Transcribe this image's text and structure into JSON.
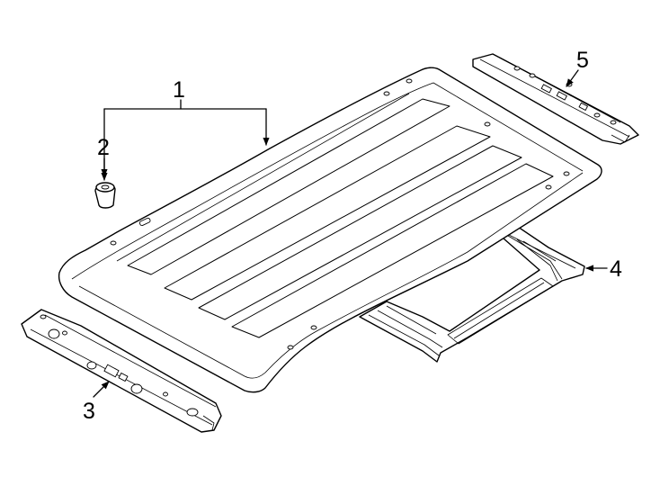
{
  "diagram": {
    "callouts": [
      {
        "id": "1",
        "label": "1"
      },
      {
        "id": "2",
        "label": "2"
      },
      {
        "id": "3",
        "label": "3"
      },
      {
        "id": "4",
        "label": "4"
      },
      {
        "id": "5",
        "label": "5"
      }
    ],
    "parts": {
      "roof_panel": "roof-panel",
      "roof_plug": "roof-plug",
      "front_header": "front-header-panel",
      "rear_header": "rear-header-panel",
      "roof_bow": "roof-bow-reinforcement"
    }
  }
}
